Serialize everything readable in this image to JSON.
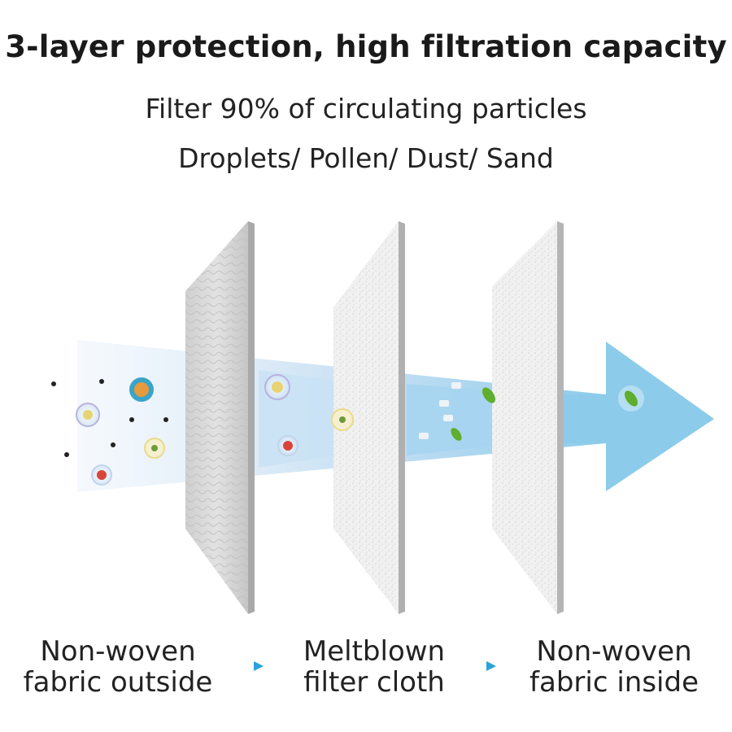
{
  "title": "3-layer protection, high filtration capacity",
  "subtitle_line1": "Filter 90% of circulating particles",
  "subtitle_line2": "Droplets/ Pollen/ Dust/ Sand",
  "layers": [
    {
      "line1": "Non-woven",
      "line2": "fabric outside"
    },
    {
      "line1": "Meltblown",
      "line2": "filter cloth"
    },
    {
      "line1": "Non-woven",
      "line2": "fabric inside"
    }
  ],
  "colors": {
    "airflow": "#8ccbea",
    "airflow_light": "#dcecf8",
    "pointer": "#29a3d8",
    "leaf": "#5fae2e"
  },
  "icons": {
    "pointer": "triangle-right",
    "particle": "circle",
    "leaf": "leaf"
  }
}
